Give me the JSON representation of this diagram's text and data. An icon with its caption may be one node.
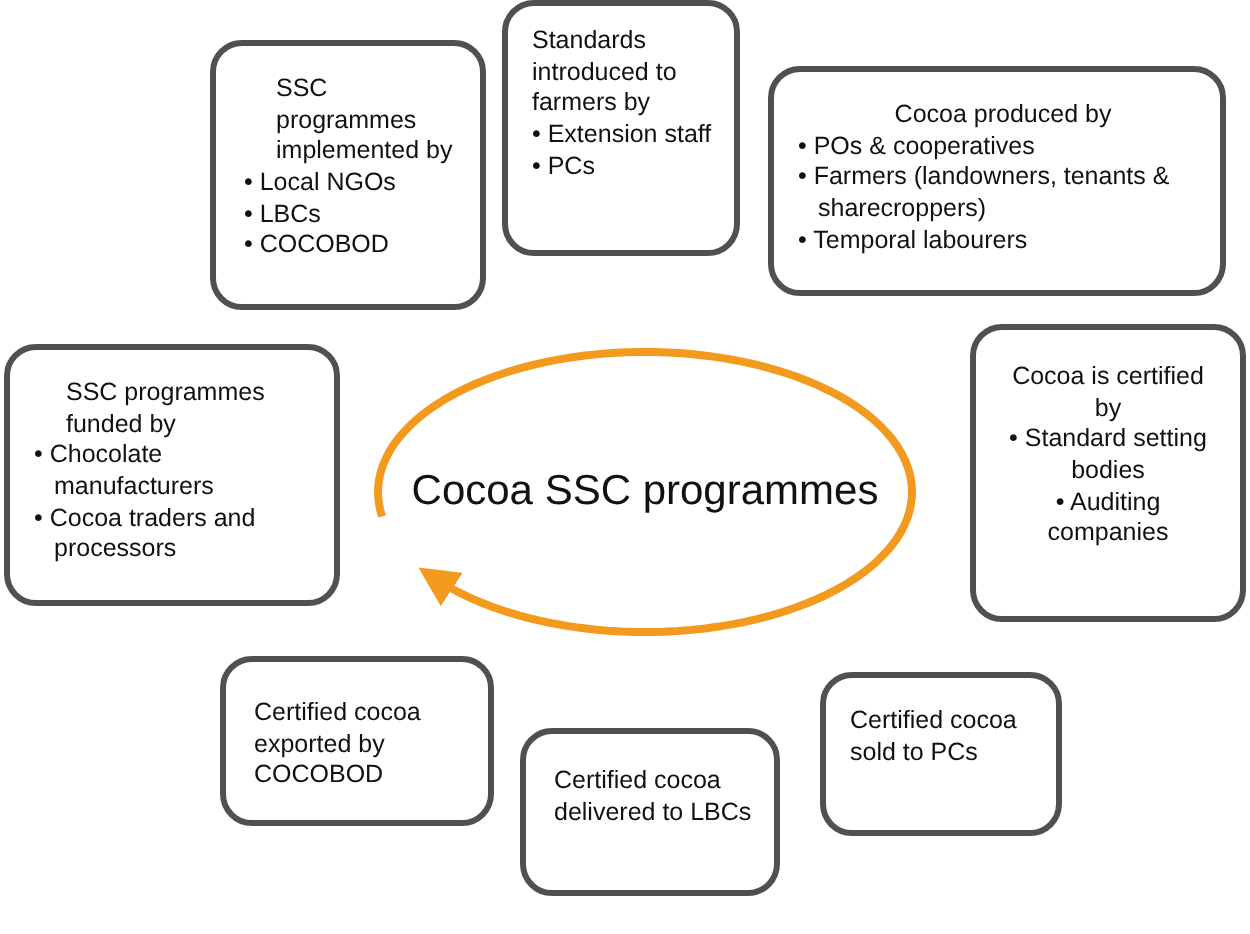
{
  "diagram": {
    "nodes": [
      {
        "text": [
          "SSC programmes implemented by",
          "• Local NGOs",
          "• LBCs",
          "• COCOBOD"
        ]
      },
      {
        "text": [
          "Standards introduced to farmers by",
          "• Extension staff",
          "• PCs"
        ]
      },
      {
        "text": [
          "Cocoa produced by",
          "• POs & cooperatives",
          "• Farmers (landowners, tenants & sharecroppers)",
          "• Temporal labourers"
        ]
      },
      {
        "text": [
          "SSC programmes funded by",
          "• Chocolate manufacturers",
          "• Cocoa traders and processors"
        ]
      },
      {
        "text": [
          "Cocoa SSC programmes"
        ]
      },
      {
        "text": [
          "Cocoa is certified by",
          "• Standard setting bodies",
          "• Auditing companies"
        ]
      },
      {
        "text": [
          "Certified cocoa exported by COCOBOD"
        ]
      },
      {
        "text": [
          "Certified cocoa delivered to LBCs"
        ]
      },
      {
        "text": [
          "Certified cocoa sold to PCs"
        ]
      }
    ]
  }
}
